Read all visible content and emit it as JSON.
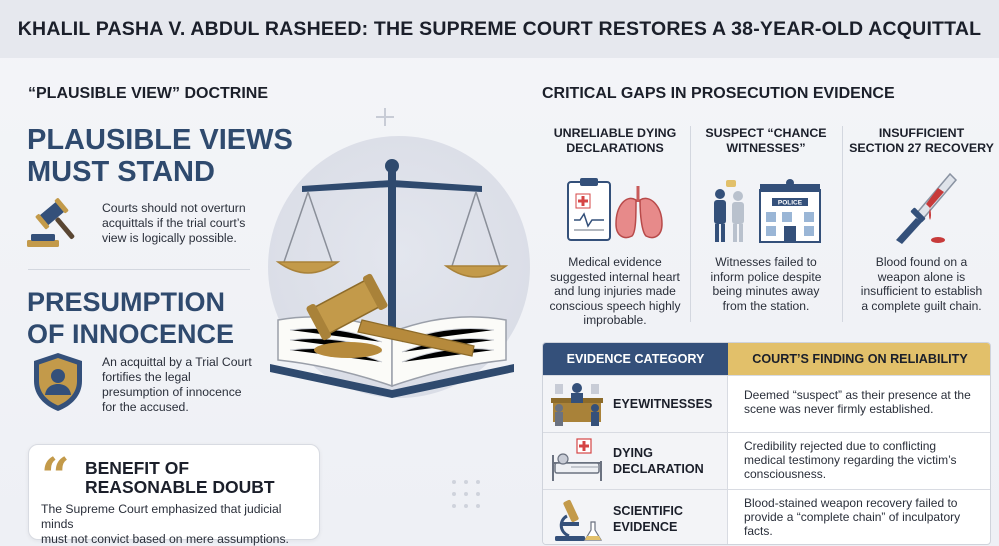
{
  "title": "KHALIL PASHA V. ABDUL RASHEED: THE SUPREME COURT RESTORES A 38-YEAR-OLD ACQUITTAL",
  "left": {
    "heading": "“PLAUSIBLE VIEW” DOCTRINE",
    "plausible": {
      "title_line1": "PLAUSIBLE VIEWS",
      "title_line2": "MUST STAND",
      "text_line1": "Courts should not overturn",
      "text_line2": "acquittals if the trial court’s",
      "text_line3": "view is logically possible.",
      "icon": "gavel-icon"
    },
    "presumption": {
      "title_line1": "PRESUMPTION",
      "title_line2": "OF INNOCENCE",
      "text_line1": "An acquittal by a Trial Court",
      "text_line2": "fortifies the legal",
      "text_line3": "presumption of innocence",
      "text_line4": "for the accused.",
      "icon": "shield-person-icon"
    },
    "doubt": {
      "title_line1": "BENEFIT OF",
      "title_line2": "REASONABLE DOUBT",
      "text_line1": "The Supreme Court emphasized that judicial minds",
      "text_line2": "must not convict based on mere assumptions.",
      "icon": "quote-icon"
    }
  },
  "center": {
    "icon": "scales-of-justice-icon"
  },
  "right": {
    "heading": "CRITICAL GAPS IN PROSECUTION EVIDENCE",
    "gaps": [
      {
        "title_line1": "UNRELIABLE DYING",
        "title_line2": "DECLARATIONS",
        "text_lines": [
          "Medical evidence",
          "suggested internal heart",
          "and lung injuries made",
          "conscious speech highly",
          "improbable."
        ],
        "icon": "medical-clipboard-lungs-icon"
      },
      {
        "title_line1": "SUSPECT “CHANCE",
        "title_line2": "WITNESSES”",
        "text_lines": [
          "Witnesses failed to",
          "inform police despite",
          "being minutes away",
          "from the station."
        ],
        "icon": "witnesses-police-station-icon",
        "police_sign": "POLICE"
      },
      {
        "title_line1": "INSUFFICIENT",
        "title_line2": "SECTION 27 RECOVERY",
        "text_lines": [
          "Blood found on a",
          "weapon alone is",
          "insufficient to establish",
          "a complete guilt chain."
        ],
        "icon": "bloody-knife-icon"
      }
    ],
    "table": {
      "header_category": "EVIDENCE CATEGORY",
      "header_finding": "COURT’S FINDING ON RELIABILITY",
      "rows": [
        {
          "cat_line1": "EYEWITNESSES",
          "cat_line2": "",
          "finding_lines": [
            "Deemed “suspect” as their presence at the",
            "scene was never firmly established."
          ],
          "icon": "courtroom-icon"
        },
        {
          "cat_line1": "DYING",
          "cat_line2": "DECLARATION",
          "finding_lines": [
            "Credibility rejected due to conflicting",
            "medical testimony regarding the victim’s",
            "consciousness."
          ],
          "icon": "hospital-bed-icon"
        },
        {
          "cat_line1": "SCIENTIFIC",
          "cat_line2": "EVIDENCE",
          "finding_lines": [
            "Blood-stained weapon recovery failed to",
            "provide a “complete chain” of inculpatory",
            "facts."
          ],
          "icon": "microscope-icon"
        }
      ]
    }
  },
  "colors": {
    "navy": "#2f4a6e",
    "gold": "#c39a4a",
    "table_header_navy": "#34507a",
    "table_header_gold": "#e2c06a"
  }
}
